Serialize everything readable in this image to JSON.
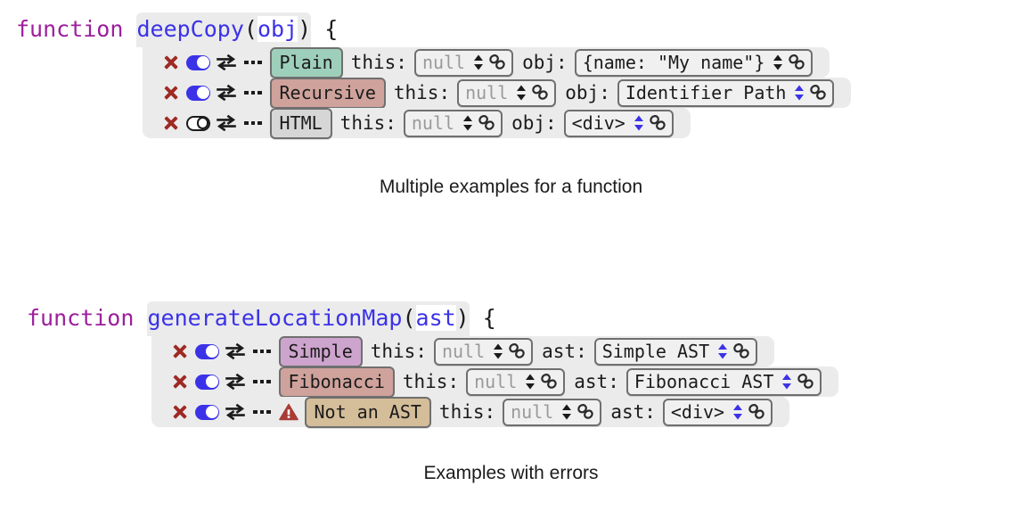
{
  "colors": {
    "panel_bg": "#ebebeb",
    "toggle_on": "#3b32e8",
    "close_red": "#9e2a24",
    "keyword_purple": "#9c1f9c",
    "identifier_blue": "#3b32e8",
    "badge_plain": "#9ecfbb",
    "badge_recursive": "#cfa29c",
    "badge_html": "#d6d6d6",
    "badge_simple": "#cda4cd",
    "badge_fibonacci": "#cfa29c",
    "badge_not_an_ast": "#d4bd99",
    "stepper_blue": "#3b32e8",
    "stepper_black": "#1b1b1b"
  },
  "blocks": [
    {
      "id": "block-1",
      "signature": {
        "keyword": "function",
        "name": "deepCopy",
        "open_paren": "(",
        "arg": "obj",
        "close_paren": ")",
        "brace": "{"
      },
      "caption": "Multiple examples for a function",
      "rows": [
        {
          "icons": [
            "close-icon",
            "toggle-icon",
            "swap-icon",
            "ellipsis-icon"
          ],
          "toggle": "on",
          "warning": false,
          "badge": "Plain",
          "badge_color": "#9ecfbb",
          "params": [
            {
              "label": "this:",
              "value": "null",
              "muted": true,
              "stepper_color": "#1b1b1b"
            },
            {
              "label": "obj:",
              "value": "{name: \"My name\"}",
              "muted": false,
              "stepper_color": "#1b1b1b"
            }
          ]
        },
        {
          "icons": [
            "close-icon",
            "toggle-icon",
            "swap-icon",
            "ellipsis-icon"
          ],
          "toggle": "on",
          "warning": false,
          "badge": "Recursive",
          "badge_color": "#cfa29c",
          "params": [
            {
              "label": "this:",
              "value": "null",
              "muted": true,
              "stepper_color": "#1b1b1b"
            },
            {
              "label": "obj:",
              "value": "Identifier Path",
              "muted": false,
              "stepper_color": "#3b32e8"
            }
          ]
        },
        {
          "icons": [
            "close-icon",
            "toggle-icon",
            "swap-icon",
            "ellipsis-icon"
          ],
          "toggle": "off",
          "warning": false,
          "badge": "HTML",
          "badge_color": "#d6d6d6",
          "params": [
            {
              "label": "this:",
              "value": "null",
              "muted": true,
              "stepper_color": "#1b1b1b"
            },
            {
              "label": "obj:",
              "value": "<div>",
              "muted": false,
              "stepper_color": "#3b32e8"
            }
          ]
        }
      ]
    },
    {
      "id": "block-2",
      "signature": {
        "keyword": "function",
        "name": "generateLocationMap",
        "open_paren": "(",
        "arg": "ast",
        "close_paren": ")",
        "brace": "{"
      },
      "caption": "Examples with errors",
      "rows": [
        {
          "icons": [
            "close-icon",
            "toggle-icon",
            "swap-icon",
            "ellipsis-icon"
          ],
          "toggle": "on",
          "warning": false,
          "badge": "Simple",
          "badge_color": "#cda4cd",
          "params": [
            {
              "label": "this:",
              "value": "null",
              "muted": true,
              "stepper_color": "#1b1b1b"
            },
            {
              "label": "ast:",
              "value": "Simple AST",
              "muted": false,
              "stepper_color": "#3b32e8"
            }
          ]
        },
        {
          "icons": [
            "close-icon",
            "toggle-icon",
            "swap-icon",
            "ellipsis-icon"
          ],
          "toggle": "on",
          "warning": false,
          "badge": "Fibonacci",
          "badge_color": "#cfa29c",
          "params": [
            {
              "label": "this:",
              "value": "null",
              "muted": true,
              "stepper_color": "#1b1b1b"
            },
            {
              "label": "ast:",
              "value": "Fibonacci AST",
              "muted": false,
              "stepper_color": "#3b32e8"
            }
          ]
        },
        {
          "icons": [
            "close-icon",
            "toggle-icon",
            "swap-icon",
            "ellipsis-icon",
            "warning-icon"
          ],
          "toggle": "on",
          "warning": true,
          "badge": "Not an AST",
          "badge_color": "#d4bd99",
          "params": [
            {
              "label": "this:",
              "value": "null",
              "muted": true,
              "stepper_color": "#1b1b1b"
            },
            {
              "label": "ast:",
              "value": "<div>",
              "muted": false,
              "stepper_color": "#3b32e8"
            }
          ]
        }
      ]
    }
  ]
}
